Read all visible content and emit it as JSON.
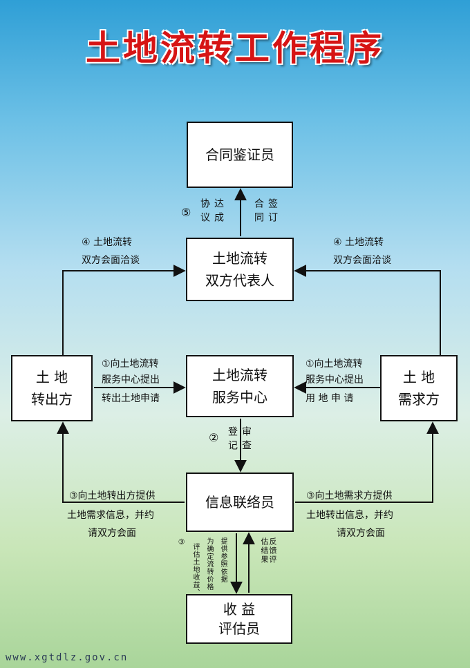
{
  "title": "土地流转工作程序",
  "nodes": {
    "contract_verifier": "合同鉴证员",
    "representatives": [
      "土地流转",
      "双方代表人"
    ],
    "service_center": [
      "土地流转",
      "服务中心"
    ],
    "transferor": [
      "土 地",
      "转出方"
    ],
    "demander": [
      "土 地",
      "需求方"
    ],
    "info_liaison": "信息联络员",
    "evaluator": [
      "收 益",
      "评估员"
    ]
  },
  "labels": {
    "step5_num": "⑤",
    "step5_left": "达成协议",
    "step5_right": "签订合同",
    "step4_left": [
      "④ 土地流转",
      "双方会面洽谈"
    ],
    "step4_right": [
      "④ 土地流转",
      "双方会面洽谈"
    ],
    "step1_left": [
      "①向土地流转",
      "服务中心提出",
      "转出土地申请"
    ],
    "step1_right": [
      "①向土地流转",
      "服务中心提出",
      "用 地 申 请"
    ],
    "step2_num": "②",
    "step2_text": "审查登记",
    "step3_left": [
      "③向土地转出方提供",
      "土地需求信息，并约",
      "请双方会面"
    ],
    "step3_right": [
      "③向土地需求方提供",
      "土地转出信息，并约",
      "请双方会面"
    ],
    "step3_eval_num": "③",
    "step3_eval_a": "评估土地收益、",
    "step3_eval_b": "为确定流转价格",
    "step3_eval_c": "提供参照依据",
    "feedback": "反馈评估结果"
  },
  "footer": "www.xgtdlz.gov.cn"
}
